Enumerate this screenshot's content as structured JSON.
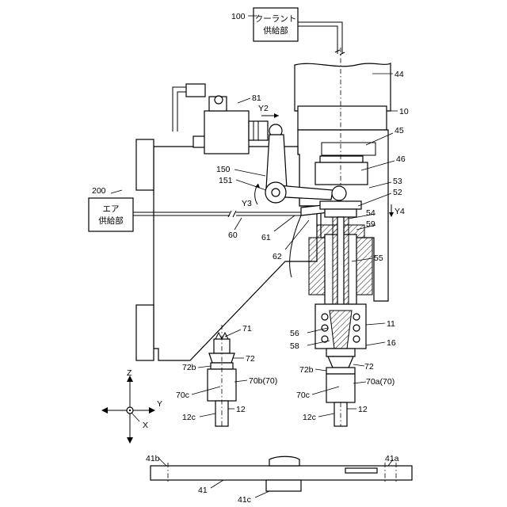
{
  "boxes": {
    "coolant_supply": [
      "クーラント",
      "供給部"
    ],
    "air_supply": [
      "エア",
      "供給部"
    ]
  },
  "labels": {
    "l100": "100",
    "l44": "44",
    "l10": "10",
    "l45": "45",
    "l46": "46",
    "l53": "53",
    "l52": "52",
    "l54": "54",
    "l59": "59",
    "y4": "Y4",
    "l55": "55",
    "l11": "11",
    "l56": "56",
    "l58": "58",
    "l16": "16",
    "l72r": "72",
    "l72br": "72b",
    "l70ar": "70a(70)",
    "l70cr": "70c",
    "l12r": "12",
    "l12cr": "12c",
    "l81": "81",
    "y2": "Y2",
    "l150": "150",
    "l151": "151",
    "y3": "Y3",
    "l200": "200",
    "l60": "60",
    "l61": "61",
    "l62": "62",
    "l71": "71",
    "l72l": "72",
    "l72bl": "72b",
    "l70bl": "70b(70)",
    "l70cl": "70c",
    "l12l": "12",
    "l12cl": "12c",
    "axz": "Z",
    "axy": "Y",
    "axx": "X",
    "l41b": "41b",
    "l41a": "41a",
    "l41": "41",
    "l41c": "41c"
  }
}
